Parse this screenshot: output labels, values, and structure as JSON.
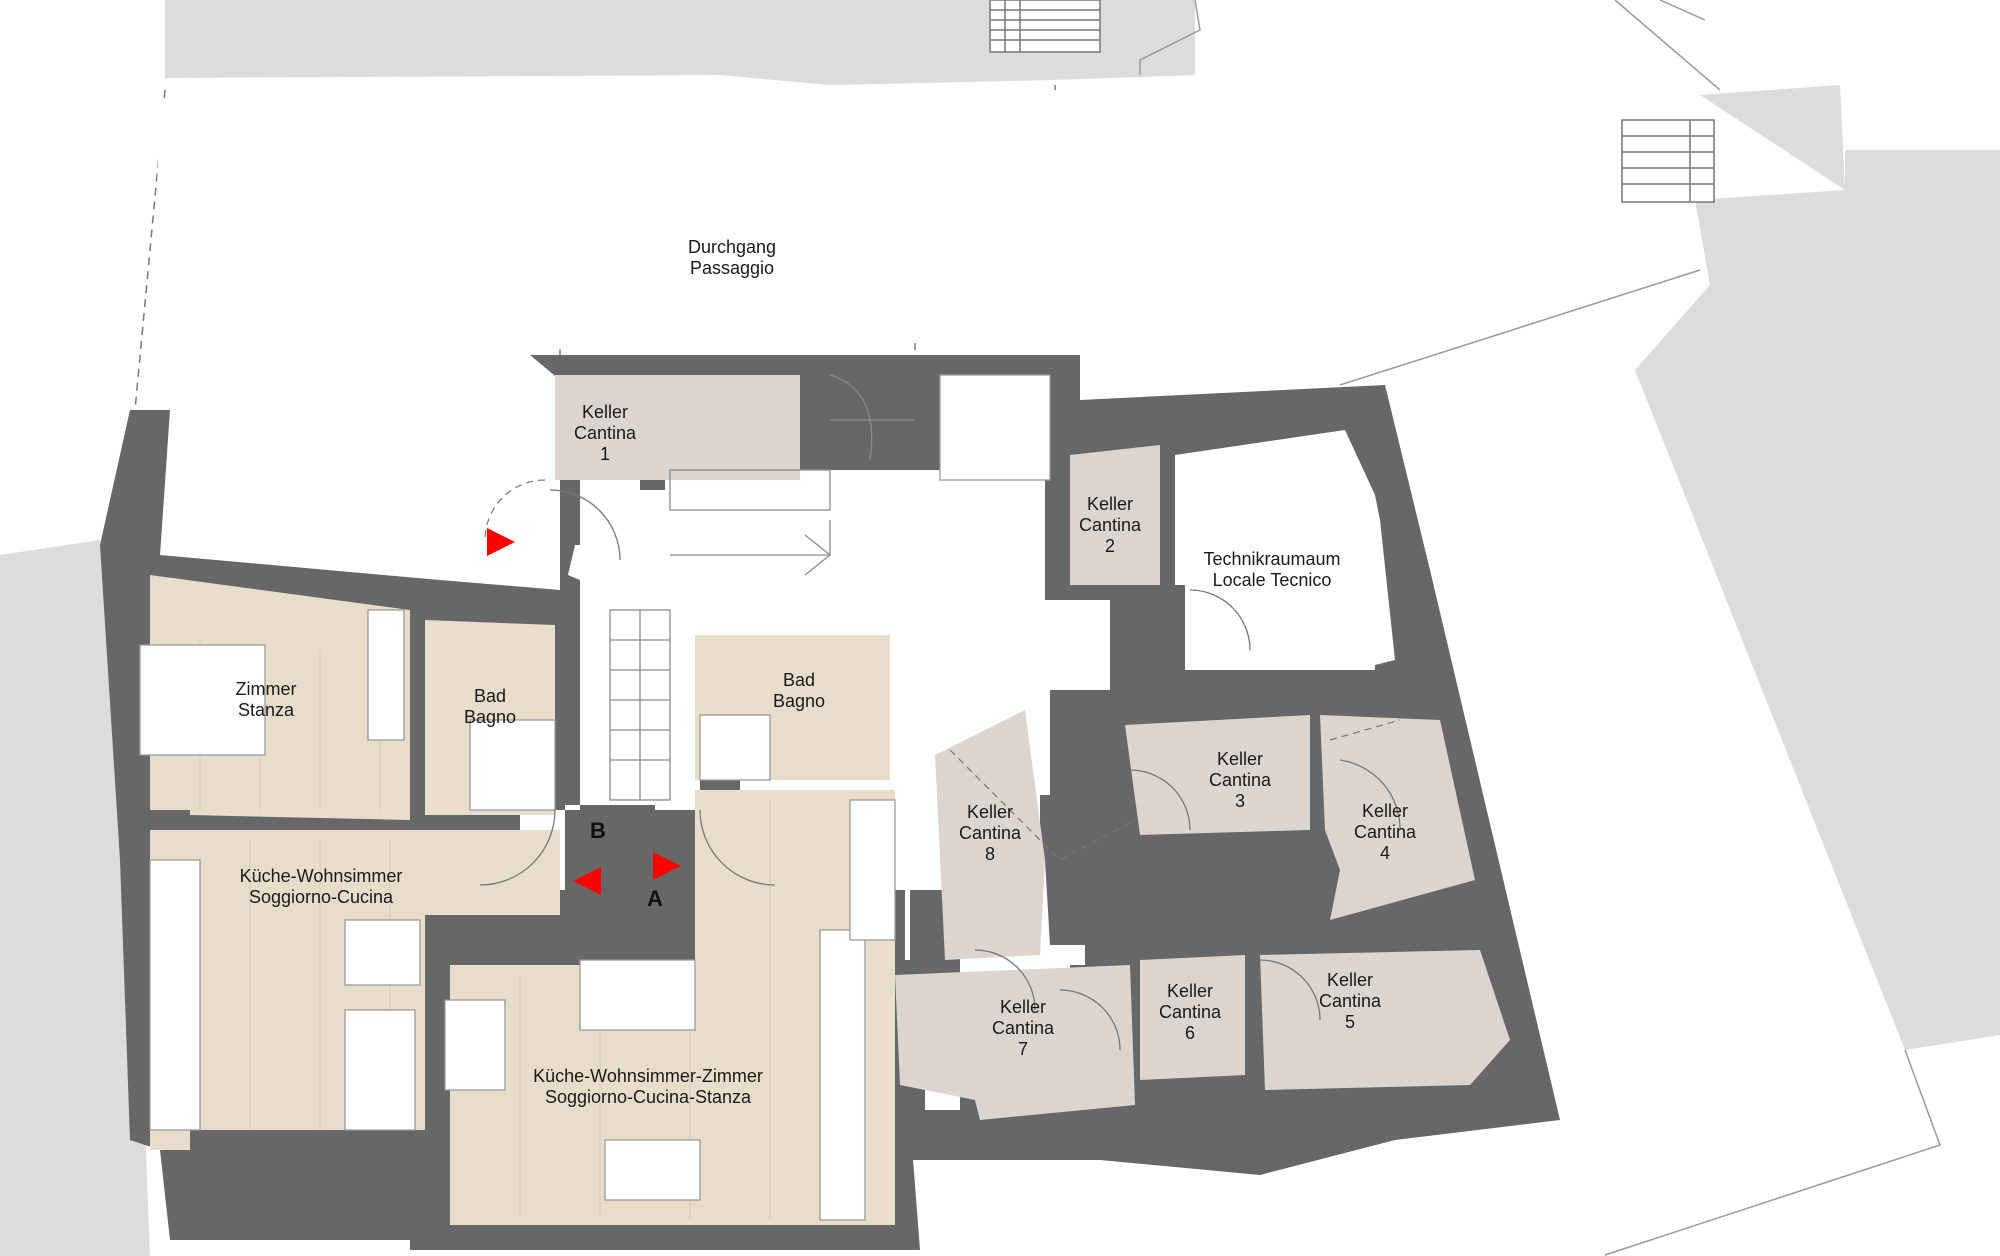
{
  "colors": {
    "wall": "#676767",
    "neighbor": "#dcdcdc",
    "wood": "#e8dccb",
    "cellar": "#dcd5cf",
    "corridor": "#ffffff",
    "entrance_marker": "#ff0000"
  },
  "rooms": {
    "passage": {
      "line1": "Durchgang",
      "line2": "Passaggio"
    },
    "cellar_1": {
      "line1": "Keller",
      "line2": "Cantina",
      "number": "1"
    },
    "cellar_2": {
      "line1": "Keller",
      "line2": "Cantina",
      "number": "2"
    },
    "cellar_3": {
      "line1": "Keller",
      "line2": "Cantina",
      "number": "3"
    },
    "cellar_4": {
      "line1": "Keller",
      "line2": "Cantina",
      "number": "4"
    },
    "cellar_5": {
      "line1": "Keller",
      "line2": "Cantina",
      "number": "5"
    },
    "cellar_6": {
      "line1": "Keller",
      "line2": "Cantina",
      "number": "6"
    },
    "cellar_7": {
      "line1": "Keller",
      "line2": "Cantina",
      "number": "7"
    },
    "cellar_8": {
      "line1": "Keller",
      "line2": "Cantina",
      "number": "8"
    },
    "technical_room": {
      "line1": "Technikraumaum",
      "line2": "Locale Tecnico"
    },
    "bedroom": {
      "line1": "Zimmer",
      "line2": "Stanza"
    },
    "bathroom_b": {
      "line1": "Bad",
      "line2": "Bagno"
    },
    "bathroom_a": {
      "line1": "Bad",
      "line2": "Bagno"
    },
    "kitchen_living_b": {
      "line1": "Küche-Wohnsimmer",
      "line2": "Soggiorno-Cucina"
    },
    "kitchen_living_a": {
      "line1": "Küche-Wohnsimmer-Zimmer",
      "line2": "Soggiorno-Cucina-Stanza"
    }
  },
  "markers": {
    "apartment_a": "A",
    "apartment_b": "B"
  }
}
